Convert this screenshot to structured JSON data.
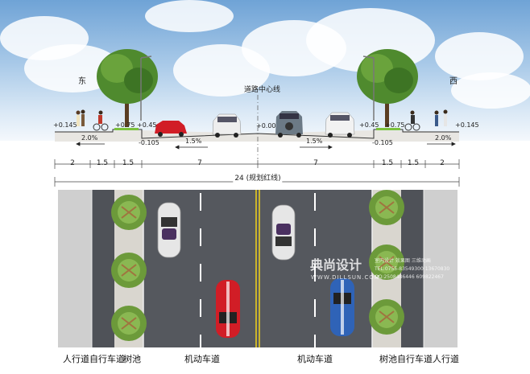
{
  "cross_section": {
    "direction_east": "东",
    "direction_west": "西",
    "centerline_label": "道路中心线",
    "elevations": {
      "left_outer": "+0.145",
      "left_bike": "+0.75",
      "left_curb_top": "+0.45",
      "left_curb_bottom": "-0.105",
      "center": "+0.00",
      "right_curb_top": "+0.45",
      "right_bike": "+0.75",
      "right_curb_bottom": "-0.105",
      "right_outer": "+0.145"
    },
    "slopes": {
      "left_sidewalk": "2.0%",
      "left_road": "1.5%",
      "right_road": "1.5%",
      "right_sidewalk": "2.0%"
    }
  },
  "dimensions": {
    "segments": [
      "2",
      "1.5",
      "1.5",
      "7",
      "7",
      "1.5",
      "1.5",
      "2"
    ],
    "total": "24 (规划红线)"
  },
  "plan_labels": {
    "left_sidewalk": "人行道",
    "left_bike": "自行车道",
    "left_tree_pool": "树池",
    "left_motor": "机动车道",
    "right_motor": "机动车道",
    "right_tree_pool": "树池",
    "right_bike": "自行车道",
    "right_sidewalk": "人行道"
  },
  "watermark": {
    "brand": "典尚设计",
    "url": "WWW.DILLSUN.COM",
    "services": "室内设计  效果图  三维动画",
    "phone1": "TEL:0755-83549300  13670830",
    "phone2": "QQ:2508486446  609822467"
  },
  "colors": {
    "road_asphalt": "#55585e",
    "bike_lane": "#4f5258",
    "sidewalk": "#cfcfcf",
    "tree_strip": "#d9d6cf",
    "center_line": "#f2d21b",
    "car_red": "#d11d26",
    "car_blue": "#2f63b7",
    "car_white": "#e6e6e6"
  }
}
